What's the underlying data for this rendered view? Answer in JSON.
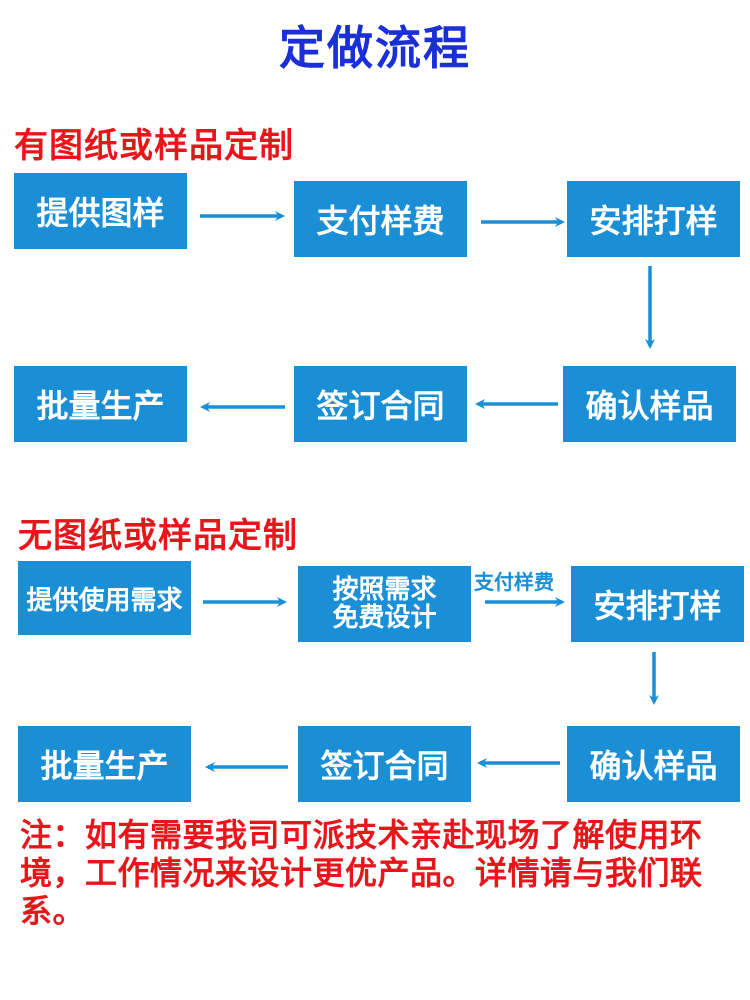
{
  "title": "定做流程",
  "colors": {
    "title": "#1a2fd6",
    "heading": "#e8161b",
    "box": "#1a8fd6",
    "arrow": "#1a8fd6"
  },
  "section1": {
    "heading": "有图纸或样品定制",
    "steps": [
      "提供图样",
      "支付样费",
      "安排打样",
      "确认样品",
      "签订合同",
      "批量生产"
    ]
  },
  "section2": {
    "heading": "无图纸或样品定制",
    "steps": [
      "提供使用需求",
      "按照需求",
      "免费设计",
      "安排打样",
      "确认样品",
      "签订合同",
      "批量生产"
    ],
    "arrow_label": "支付样费"
  },
  "note": "注：如有需要我司可派技术亲赴现场了解使用环境，工作情况来设计更优产品。详情请与我们联系。"
}
